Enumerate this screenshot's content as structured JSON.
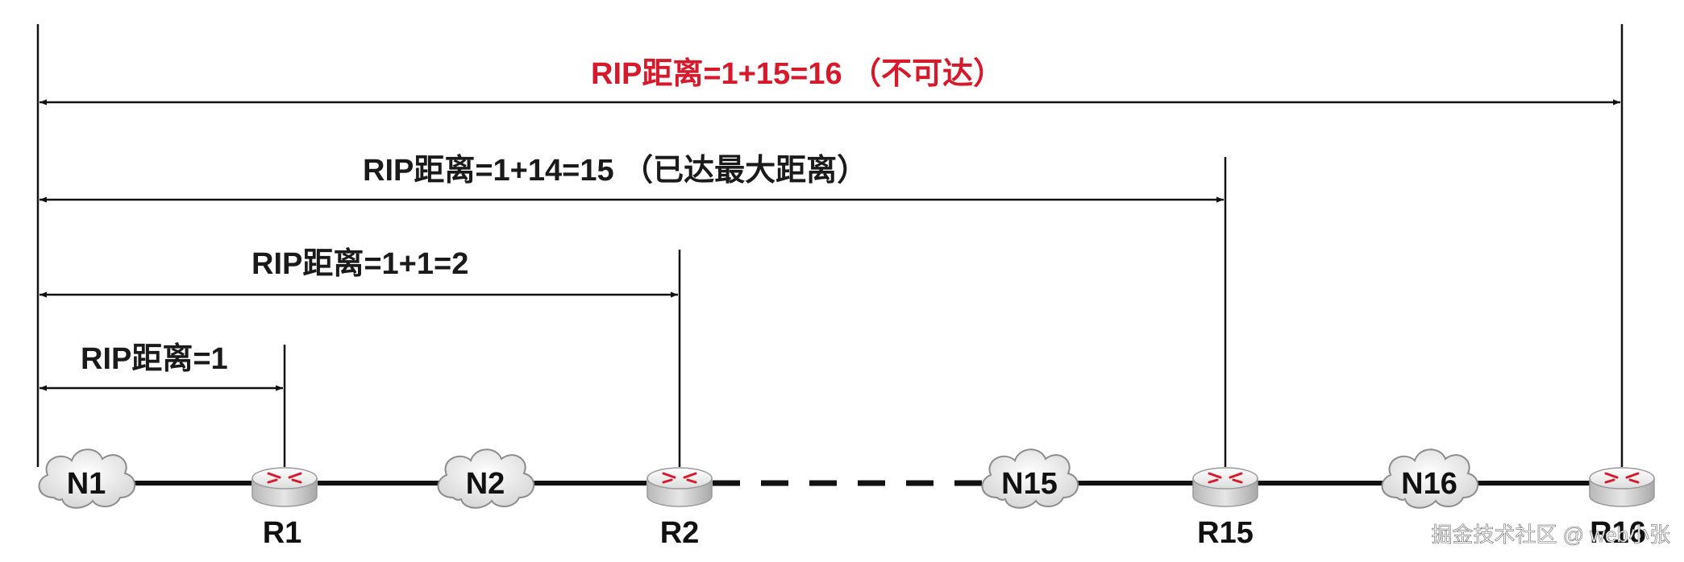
{
  "distance_labels": {
    "d1": "RIP距离=1",
    "d2": "RIP距离=1+1=2",
    "d15": "RIP距离=1+14=15 （已达最大距离）",
    "d16": "RIP距离=1+15=16 （不可达）"
  },
  "networks": [
    "N1",
    "N2",
    "N15",
    "N16"
  ],
  "routers": [
    "R1",
    "R2",
    "R15",
    "R16"
  ],
  "watermark": "掘金技术社区 @ web小张",
  "colors": {
    "unreachable": "#d7192c",
    "text": "#1a1a1a",
    "router_arrows": "#d7192c"
  },
  "icons": {
    "network": "cloud-icon",
    "router": "router-icon"
  }
}
